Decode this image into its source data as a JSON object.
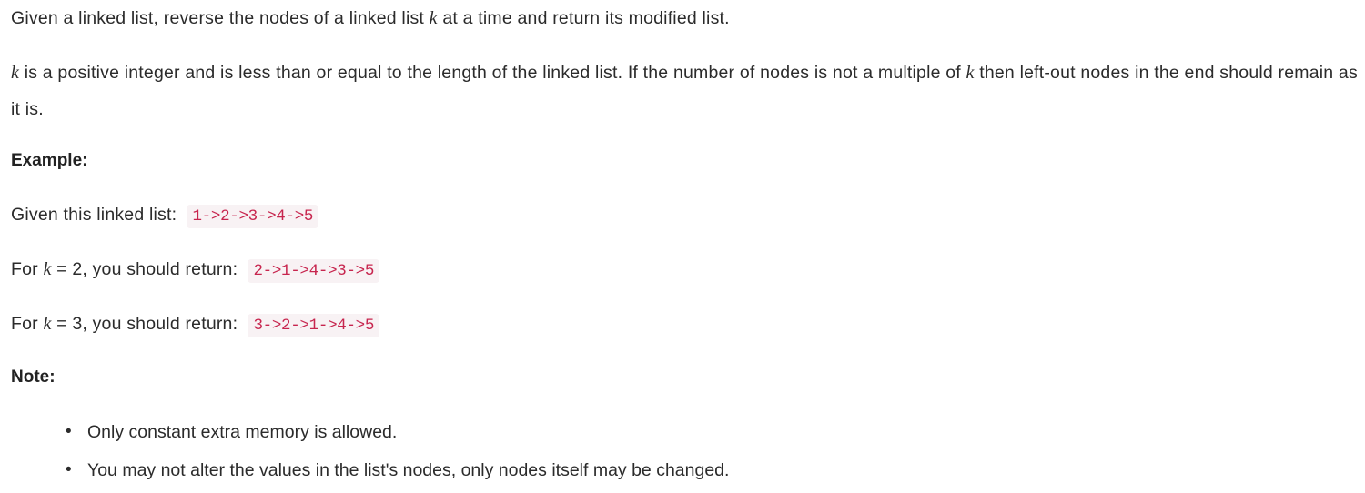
{
  "document": {
    "statement": {
      "intro_before_var": "Given a linked list, reverse the nodes of a linked list ",
      "intro_var": "k",
      "intro_after_var": " at a time and return its modified list."
    },
    "constraint": {
      "part1_var": "k",
      "part1_text": " is a positive integer and is less than or equal to the length of the linked list. If the number of nodes is not a multiple of ",
      "part2_var": "k",
      "part2_text": " then left-out nodes in the end should remain as it is."
    },
    "example": {
      "heading": "Example:",
      "given_label": "Given this linked list:",
      "given_code": "1->2->3->4->5",
      "cases": [
        {
          "prefix": "For ",
          "var": "k",
          "middle": " = 2, you should return:",
          "code": "2->1->4->3->5"
        },
        {
          "prefix": "For ",
          "var": "k",
          "middle": " = 3, you should return:",
          "code": "3->2->1->4->5"
        }
      ]
    },
    "note": {
      "heading": "Note:",
      "items": [
        "Only constant extra memory is allowed.",
        "You may not alter the values in the list's nodes, only nodes itself may be changed."
      ]
    },
    "colors": {
      "code_text": "#c7254e",
      "code_background": "#f8f2f4",
      "body_text": "#2b2b2b",
      "heading_text": "#222222",
      "page_background": "#ffffff"
    }
  }
}
